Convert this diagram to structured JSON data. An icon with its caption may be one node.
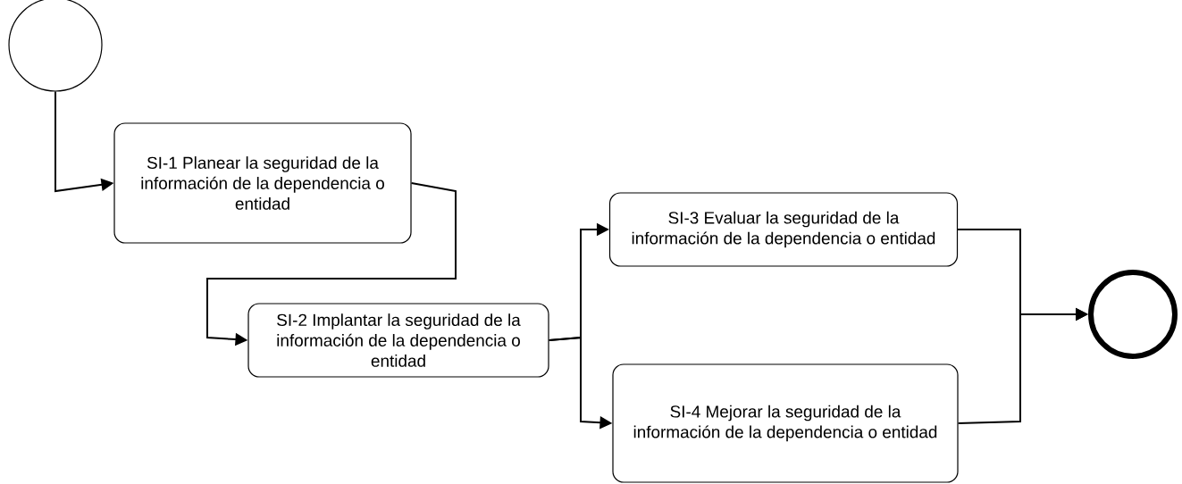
{
  "diagram": {
    "nodes": [
      {
        "text": [],
        "shape": "circle"
      },
      {
        "text": [
          "SI-1 Planear la seguridad de la información de la dependencia o entidad"
        ]
      },
      {
        "text": [
          "SI-2 Implantar la seguridad de la información de la dependencia o entidad"
        ]
      },
      {
        "text": [
          "SI-3 Evaluar la seguridad de la información de la dependencia o entidad"
        ]
      },
      {
        "text": [
          "SI-4 Mejorar la seguridad de la información de la dependencia o entidad"
        ]
      },
      {
        "text": [],
        "shape": "circle"
      }
    ],
    "edges": [
      {
        "from": 0,
        "to": 1,
        "arrow": "to"
      },
      {
        "from": 1,
        "to": 2,
        "arrow": "to"
      },
      {
        "from": 2,
        "to": 3,
        "arrow": "to"
      },
      {
        "from": 2,
        "to": 4,
        "arrow": "to"
      },
      {
        "from": 3,
        "to": 5,
        "arrow": "to"
      },
      {
        "from": 4,
        "to": 5,
        "arrow": "to"
      }
    ]
  }
}
